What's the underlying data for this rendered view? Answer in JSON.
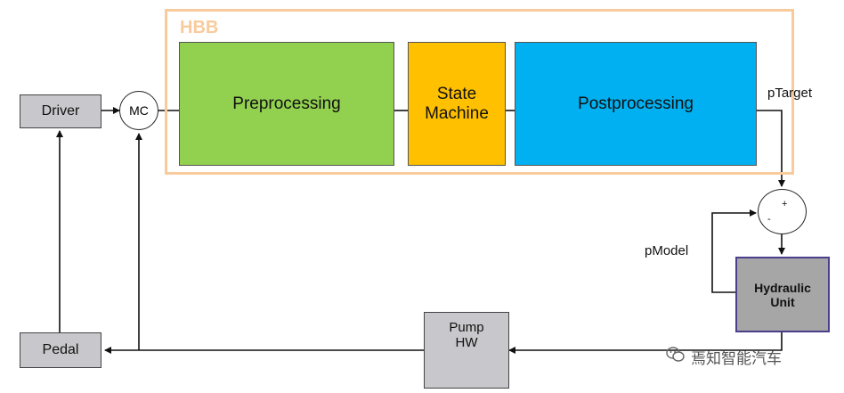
{
  "hbb": {
    "label": "HBB"
  },
  "blocks": {
    "driver": "Driver",
    "mc": "MC",
    "preprocessing": "Preprocessing",
    "state_machine_line1": "State",
    "state_machine_line2": "Machine",
    "postprocessing": "Postprocessing",
    "hydraulic_line1": "Hydraulic",
    "hydraulic_line2": "Unit",
    "pump_line1": "Pump",
    "pump_line2": "HW",
    "pedal": "Pedal"
  },
  "signals": {
    "ptarget": "pTarget",
    "pmodel": "pModel",
    "plus": "+",
    "minus": "-"
  },
  "colors": {
    "hbb_frame": "#f9cb9c",
    "preprocessing": "#92d050",
    "state_machine": "#ffc000",
    "postprocessing": "#00b0f0",
    "hydraulic": "#a6a6a6",
    "gray_block": "#c8c8cc"
  },
  "watermark": {
    "text": "焉知智能汽车",
    "icon": "wechat-icon"
  }
}
